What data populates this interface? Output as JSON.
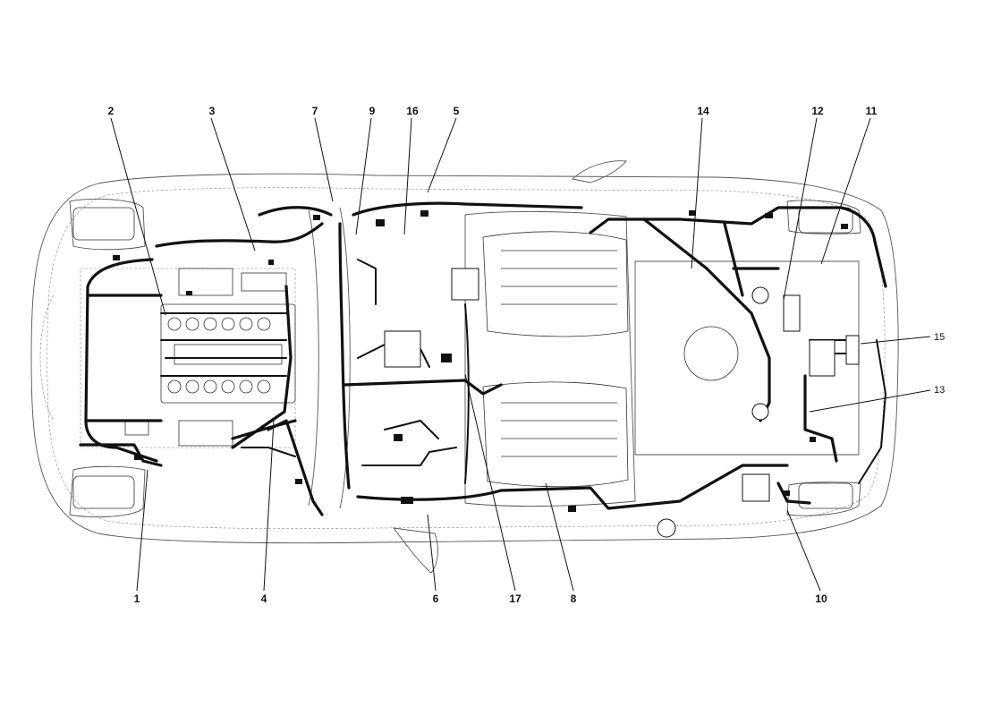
{
  "diagram": {
    "callouts": [
      {
        "id": "1",
        "label": "1"
      },
      {
        "id": "2",
        "label": "2"
      },
      {
        "id": "3",
        "label": "3"
      },
      {
        "id": "4",
        "label": "4"
      },
      {
        "id": "5",
        "label": "5"
      },
      {
        "id": "6",
        "label": "6"
      },
      {
        "id": "7",
        "label": "7"
      },
      {
        "id": "8",
        "label": "8"
      },
      {
        "id": "9",
        "label": "9"
      },
      {
        "id": "10",
        "label": "10"
      },
      {
        "id": "11",
        "label": "11"
      },
      {
        "id": "12",
        "label": "12"
      },
      {
        "id": "13",
        "label": "13"
      },
      {
        "id": "14",
        "label": "14"
      },
      {
        "id": "15",
        "label": "15"
      },
      {
        "id": "16",
        "label": "16"
      },
      {
        "id": "17",
        "label": "17"
      }
    ],
    "colors": {
      "line": "#111111",
      "outline": "#555555",
      "background": "#ffffff"
    }
  }
}
